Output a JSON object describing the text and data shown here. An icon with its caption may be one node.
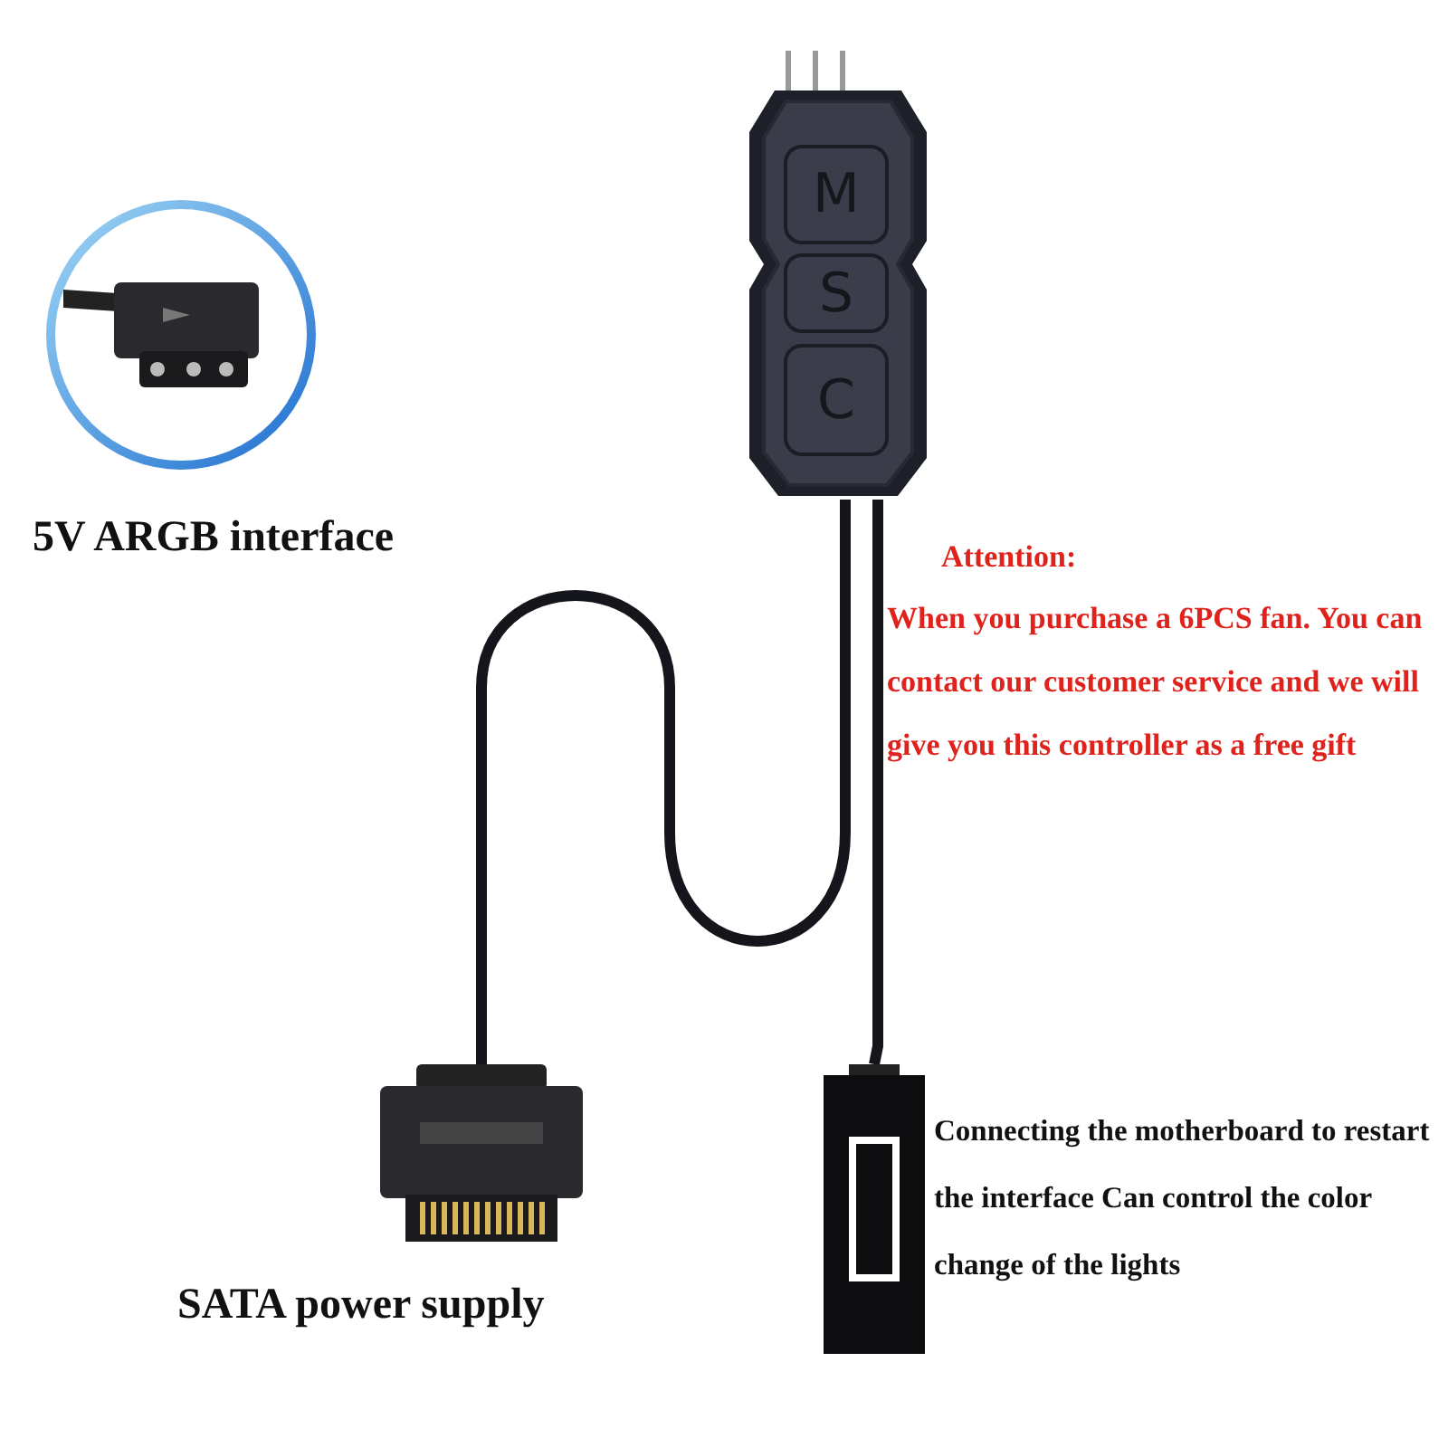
{
  "diagram": {
    "nodes": [
      {
        "text": [],
        "shape": "picture"
      },
      {
        "text": [
          "M"
        ],
        "in": 0
      },
      {
        "text": [
          "S"
        ],
        "in": 0
      },
      {
        "text": [
          "C"
        ],
        "in": 0
      },
      {
        "text": [],
        "shape": "picture",
        "beside": [
          "5V ARGB interface"
        ]
      },
      {
        "text": [],
        "shape": "picture",
        "beside": [
          "SATA power supply"
        ]
      },
      {
        "text": [],
        "shape": "picture",
        "beside": [
          "Connecting the motherboard to restart the interface Can control the color change of the lights"
        ]
      }
    ],
    "edges": [
      {
        "from": 0,
        "to": 5,
        "arrow": "none"
      },
      {
        "from": 0,
        "to": 6,
        "arrow": "none"
      }
    ],
    "labels": [
      "Attention:",
      "When you purchase a 6PCS fan. You can contact our customer service and we will give you this controller as a free gift"
    ]
  }
}
